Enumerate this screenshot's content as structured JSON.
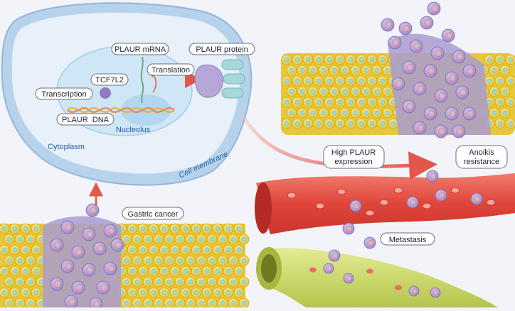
{
  "labels": {
    "plaur_mrna": "PLAUR mRNA",
    "plaur_protein": "PLAUR protein",
    "tcf7l2": "TCF7L2",
    "translation": "Translation",
    "transcription": "Transcription",
    "plaur_dna": "PLAUR  DNA",
    "nucleolus": "Nucleolus",
    "cytoplasm": "Cytoplasm",
    "cell_membrane": "Cell membrane",
    "gastric_cancer": "Gastric cancer",
    "high_plaur_line1": "High PLAUR",
    "high_plaur_line2": "expression",
    "anoikis_line1": "Anoikis",
    "anoikis_line2": "resistance",
    "metastasis": "Metastasis"
  },
  "colors": {
    "background": "#f2f4f9",
    "membrane": "#b7d3ec",
    "nucleus": "#cfe6f6",
    "cytoplasm": "#e8f1fa",
    "normal_cell": "#f2d64a",
    "normal_nucleus": "#9fd8d0",
    "tumor_region": "#a99ccf",
    "tumor_cell": "#b9a4d6",
    "tumor_nucleus": "#e8a6b8",
    "blood_vessel": "#e0453a",
    "lymph_vessel": "#cbd96a",
    "arrow": "#e66a5a"
  }
}
